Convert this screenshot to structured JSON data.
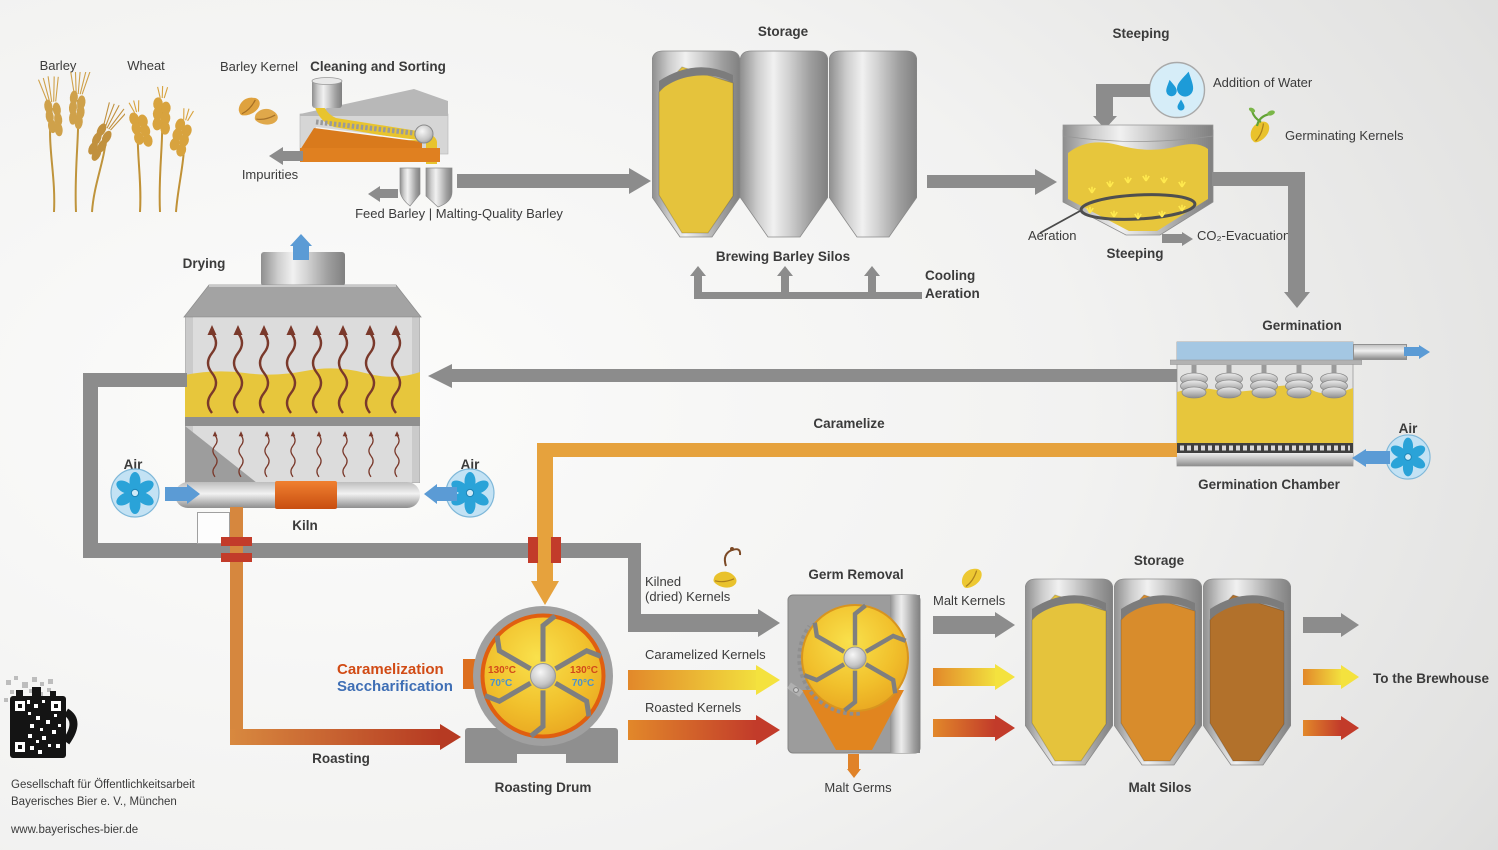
{
  "colors": {
    "pipe_gray": "#8c8c8c",
    "air_blue": "#5b9bd5",
    "grain_yellow": "#e7c63c",
    "caramel_orange": "#e2882a",
    "roast_red": "#c23b2a",
    "water_blue": "#1d9bd8",
    "germination_blue": "#a4c7e3",
    "caramelization_text": "#d14b15",
    "saccharification_text": "#3f6fb5"
  },
  "raw_materials": {
    "barley_label": "Barley",
    "wheat_label": "Wheat",
    "barley_kernel_label": "Barley Kernel"
  },
  "cleaning": {
    "title": "Cleaning and Sorting",
    "impurities_label": "Impurities",
    "split_label": "Feed Barley | Malting-Quality Barley"
  },
  "barley_storage": {
    "title": "Storage",
    "silos_label": "Brewing Barley Silos",
    "cooling_label": "Cooling",
    "aeration_label": "Aeration"
  },
  "steeping": {
    "title": "Steeping",
    "addition_of_water_label": "Addition of Water",
    "germinating_kernels_label": "Germinating Kernels",
    "aeration_label": "Aeration",
    "co2_label": "CO₂-Evacuation",
    "vessel_label": "Steeping"
  },
  "germination": {
    "title": "Germination",
    "chamber_label": "Germination Chamber",
    "air_label": "Air"
  },
  "kilning": {
    "drying_title": "Drying",
    "kiln_label": "Kiln",
    "air_left_label": "Air",
    "air_right_label": "Air",
    "caramelize_label": "Caramelize"
  },
  "roasting": {
    "caramelization_label": "Caramelization",
    "saccharification_label": "Saccharification",
    "roasting_label": "Roasting",
    "drum_label": "Roasting Drum",
    "temp_caramelization": "130°C",
    "temp_saccharification": "70°C"
  },
  "streams": {
    "kilned_line1": "Kilned",
    "kilned_line2": "(dried) Kernels",
    "caramelized_label": "Caramelized Kernels",
    "roasted_label": "Roasted Kernels"
  },
  "germ_removal": {
    "title": "Germ Removal",
    "malt_kernels_label": "Malt Kernels",
    "malt_germs_label": "Malt Germs"
  },
  "malt_storage": {
    "title": "Storage",
    "silos_label": "Malt Silos",
    "to_brewhouse_label": "To the Brewhouse"
  },
  "footer": {
    "org_line1": "Gesellschaft für Öffentlichkeitsarbeit",
    "org_line2": "Bayerisches Bier e. V., München",
    "website": "www.bayerisches-bier.de"
  }
}
